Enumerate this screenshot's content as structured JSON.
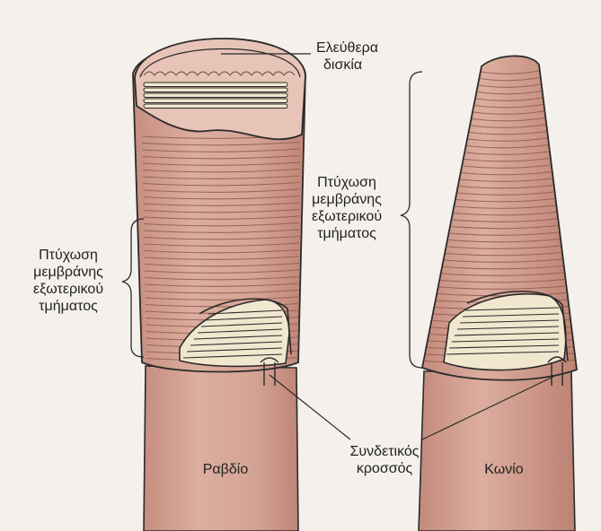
{
  "labels": {
    "free_discs": [
      "Ελεύθερα",
      "δισκία"
    ],
    "folding_left": [
      "Πτύχωση",
      "μεμβράνης",
      "εξωτερικού",
      "τμήματος"
    ],
    "folding_right": [
      "Πτύχωση",
      "μεμβράνης",
      "εξωτερικού",
      "τμήματος"
    ],
    "connecting_cilium": [
      "Συνδετικός",
      "κροσσός"
    ],
    "rod": "Ραβδίο",
    "cone": "Κωνίο"
  },
  "colors": {
    "background": "#f4f1ec",
    "cell_fill": "#d7a698",
    "cell_shade": "#c48b7c",
    "outline": "#2b2b2b",
    "disc_fill": "#f1e7cf"
  }
}
